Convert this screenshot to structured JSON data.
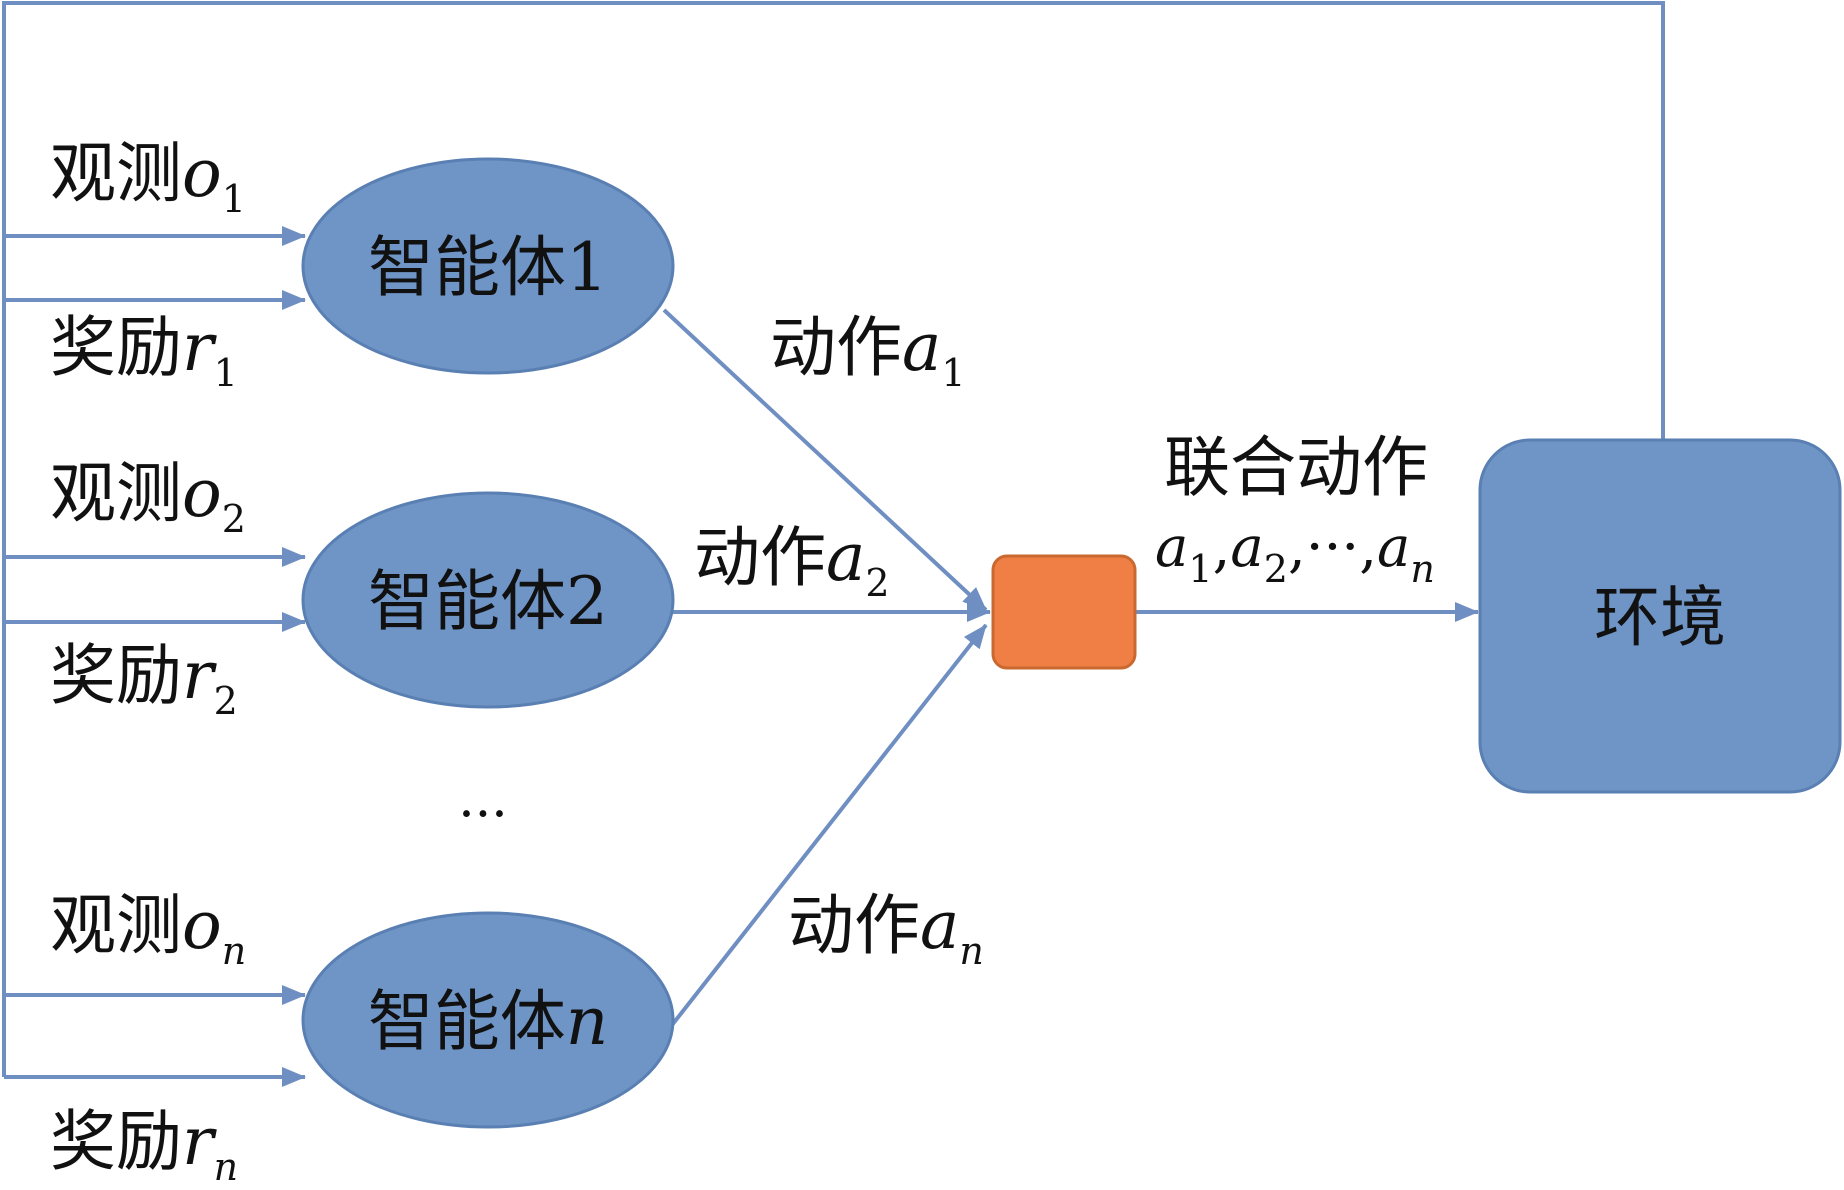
{
  "colors": {
    "node_fill": "#6f95c7",
    "node_stroke": "#5a7fb3",
    "line": "#6f8fc2",
    "combiner_fill": "#ef7f45",
    "combiner_stroke": "#c9682f",
    "text": "#111111"
  },
  "agents": [
    {
      "label_cn": "智能体",
      "label_num": "1",
      "obs_cn": "观测",
      "obs_var": "o",
      "obs_sub": "1",
      "reward_cn": "奖励",
      "reward_var": "r",
      "reward_sub": "1",
      "action_cn": "动作",
      "action_var": "a",
      "action_sub": "1"
    },
    {
      "label_cn": "智能体",
      "label_num": "2",
      "obs_cn": "观测",
      "obs_var": "o",
      "obs_sub": "2",
      "reward_cn": "奖励",
      "reward_var": "r",
      "reward_sub": "2",
      "action_cn": "动作",
      "action_var": "a",
      "action_sub": "2"
    },
    {
      "label_cn": "智能体",
      "label_num": "n",
      "obs_cn": "观测",
      "obs_var": "o",
      "obs_sub": "n",
      "reward_cn": "奖励",
      "reward_var": "r",
      "reward_sub": "n",
      "action_cn": "动作",
      "action_var": "a",
      "action_sub": "n"
    }
  ],
  "ellipsis": "···",
  "joint_action": {
    "title": "联合动作",
    "var": "a",
    "sub1": "1",
    "sub2": "2",
    "subn": "n",
    "comma": ",",
    "dots": "···"
  },
  "environment": {
    "label": "环境"
  }
}
